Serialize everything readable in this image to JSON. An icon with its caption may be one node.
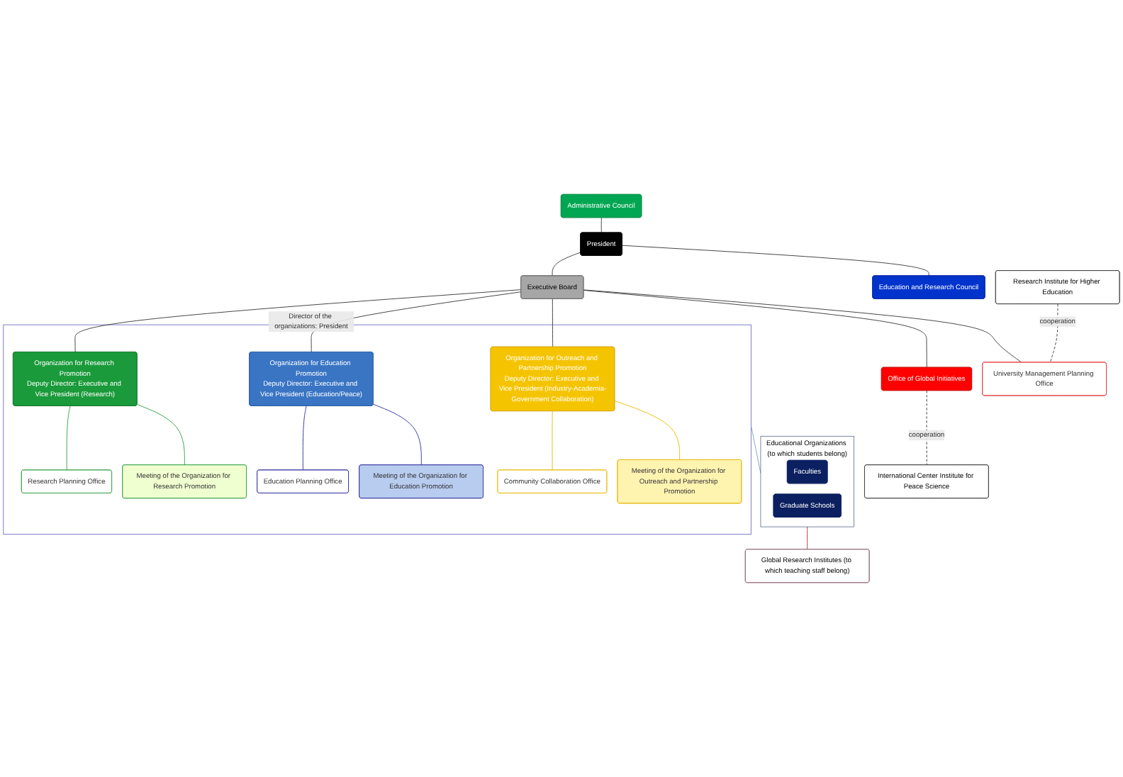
{
  "diagram": {
    "nodes": [
      {
        "text": [
          "Administrative Council"
        ]
      },
      {
        "text": [
          "President"
        ]
      },
      {
        "text": [
          "Education and Research Council"
        ]
      },
      {
        "text": [
          "Executive Board"
        ]
      },
      {
        "text": [
          "Research Institute for Higher Education"
        ]
      },
      {
        "text": [
          "University Management Planning Office"
        ]
      },
      {
        "text": [
          "Office of Global Initiatives"
        ]
      },
      {
        "text": [
          "International Center Institute for Peace Science"
        ]
      },
      {
        "text": [],
        "shape": "box"
      },
      {
        "text": [
          "Organization for Outreach and Partnership Promotion",
          "Deputy Director: Executive and Vice President (Industry-Academia-Government Collaboration)"
        ],
        "in": 8
      },
      {
        "text": [
          "Meeting of the Organization for Outreach and Partnership Promotion"
        ],
        "in": 8
      },
      {
        "text": [
          "Community Collaboration Office"
        ],
        "in": 8
      },
      {
        "text": [
          "Organization for Education Promotion",
          "Deputy Director: Executive and Vice President (Education/Peace)"
        ],
        "in": 8
      },
      {
        "text": [
          "Meeting of the Organization for Education Promotion"
        ],
        "in": 8
      },
      {
        "text": [
          "Education Planning Office"
        ],
        "in": 8
      },
      {
        "text": [
          "Organization for Research Promotion",
          "Deputy Director: Executive and Vice President (Research)"
        ],
        "in": 8
      },
      {
        "text": [
          "Meeting of the Organization for Research Promotion"
        ],
        "in": 8
      },
      {
        "text": [
          "Research Planning Office"
        ],
        "in": 8
      },
      {
        "text": [
          "Educational Organizations (to which students belong)"
        ]
      },
      {
        "text": [
          "Faculties"
        ],
        "in": 18
      },
      {
        "text": [
          "Graduate Schools"
        ],
        "in": 18
      },
      {
        "text": [
          "Global Research Institutes (to which teaching staff belong)"
        ]
      }
    ],
    "edges": [
      {
        "from": 0,
        "to": 1,
        "arrow": "none"
      },
      {
        "from": 1,
        "to": 2,
        "arrow": "none"
      },
      {
        "from": 1,
        "to": 3,
        "arrow": "none"
      },
      {
        "from": 3,
        "to": 5,
        "arrow": "none"
      },
      {
        "from": 3,
        "to": 6,
        "arrow": "none"
      },
      {
        "from": 4,
        "to": 5,
        "arrow": "none",
        "style": "dashed",
        "label": "cooperation"
      },
      {
        "from": 6,
        "to": 7,
        "arrow": "none",
        "style": "dashed",
        "label": "cooperation"
      },
      {
        "from": 3,
        "to": 9,
        "arrow": "none"
      },
      {
        "from": 3,
        "to": 12,
        "arrow": "none",
        "label": "Director of the organizations: President"
      },
      {
        "from": 3,
        "to": 15,
        "arrow": "none"
      },
      {
        "from": 9,
        "to": 10,
        "arrow": "none",
        "color": "#e6b800"
      },
      {
        "from": 9,
        "to": 11,
        "arrow": "none",
        "color": "#e6b800"
      },
      {
        "from": 12,
        "to": 13,
        "arrow": "none",
        "color": "#2e2e9e"
      },
      {
        "from": 12,
        "to": 14,
        "arrow": "none",
        "color": "#2e2e9e"
      },
      {
        "from": 15,
        "to": 16,
        "arrow": "none",
        "color": "#2ea043"
      },
      {
        "from": 15,
        "to": 17,
        "arrow": "none",
        "color": "#2ea043"
      },
      {
        "from": 8,
        "to": 18,
        "arrow": "none",
        "color": "#7e9bd0"
      },
      {
        "from": 18,
        "to": 21,
        "arrow": "none",
        "color": "#a0302c"
      }
    ]
  }
}
